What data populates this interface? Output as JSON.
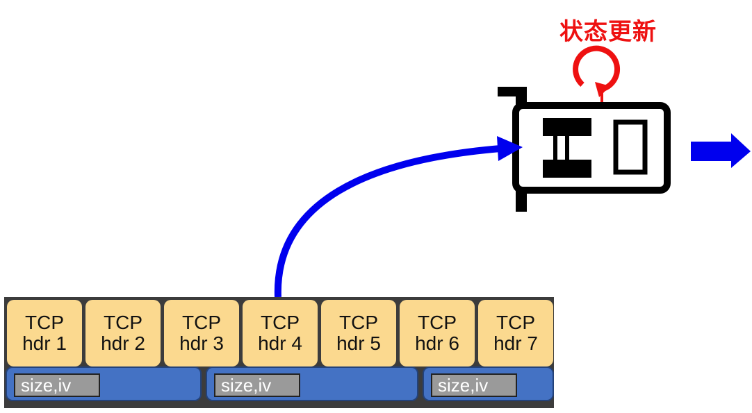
{
  "state_update_label": "状态更新",
  "headers": [
    {
      "line1": "TCP",
      "line2": "hdr 1"
    },
    {
      "line1": "TCP",
      "line2": "hdr 2"
    },
    {
      "line1": "TCP",
      "line2": "hdr 3"
    },
    {
      "line1": "TCP",
      "line2": "hdr 4"
    },
    {
      "line1": "TCP",
      "line2": "hdr 5"
    },
    {
      "line1": "TCP",
      "line2": "hdr 6"
    },
    {
      "line1": "TCP",
      "line2": "hdr 7"
    }
  ],
  "metadata_tags": [
    "size,iv",
    "size,iv",
    "size,iv"
  ],
  "colors": {
    "header_fill": "#fbd98f",
    "segment_fill": "#4472c4",
    "arrow": "#0000ee",
    "update_accent": "#ee1111",
    "nic_stroke": "#000000"
  },
  "icons": [
    "nic-card-icon",
    "refresh-loop-icon",
    "output-arrow-icon",
    "packet-flow-arrow-icon"
  ]
}
